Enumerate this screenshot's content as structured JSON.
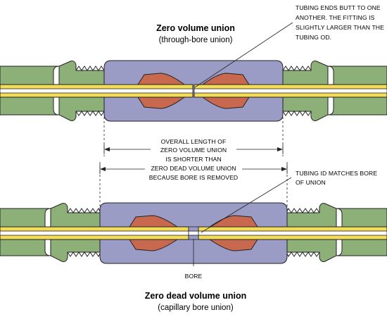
{
  "top_title": "Zero volume union",
  "top_subtitle": "(through-bore union)",
  "top_note": [
    "TUBING ENDS BUTT TO ONE",
    "ANOTHER. THE FITTING IS",
    "SLIGHTLY LARGER THAN THE",
    "TUBING OD."
  ],
  "middle_note": [
    "OVERALL LENGTH OF",
    "ZERO VOLUME UNION",
    "IS SHORTER THAN",
    "ZERO DEAD VOLUME UNION",
    "BECAUSE BORE IS REMOVED"
  ],
  "bottom_note": [
    "TUBING ID MATCHES BORE",
    "OF UNION"
  ],
  "bore_label": "BORE",
  "bottom_title": "Zero dead volume union",
  "bottom_subtitle": "(capillary bore union)",
  "colors": {
    "nut_green": "#8daf78",
    "body_blue": "#9a9cc6",
    "ferrule_red": "#c8694f",
    "tubing_yellow": "#f2dc58",
    "outline": "#222222"
  }
}
